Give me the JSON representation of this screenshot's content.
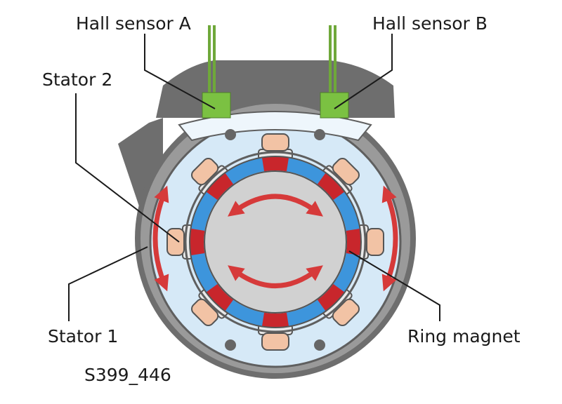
{
  "labels": {
    "hall_sensor_a": "Hall sensor A",
    "hall_sensor_b": "Hall sensor B",
    "stator_2": "Stator 2",
    "stator_1": "Stator 1",
    "ring_magnet": "Ring magnet",
    "figure_code": "S399_446"
  },
  "colors": {
    "housing": "#6e6e6e",
    "housing_light": "#9a9a9a",
    "sensor_lead": "#6fa83a",
    "sensor_body": "#7bc142",
    "stator_fill": "#d6e9f7",
    "ring_blue": "#3d95dc",
    "magnet_red": "#c8262c",
    "coil": "#f2c3a5",
    "rotor_gray": "#d1d1d1",
    "arrow_red": "#d63a3a"
  }
}
